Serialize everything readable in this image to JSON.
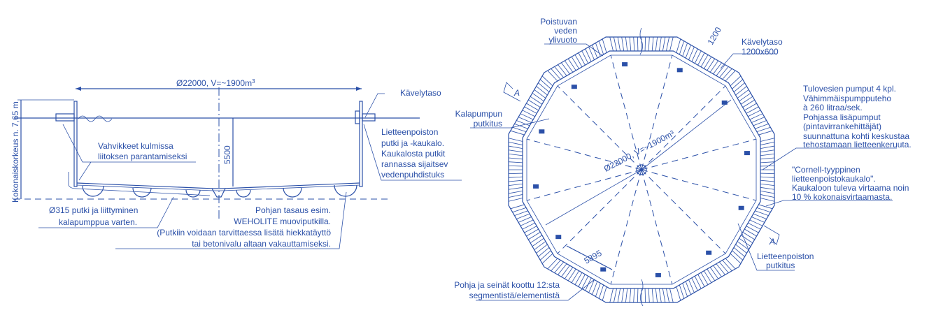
{
  "section": {
    "diameter_volume": "Ø22000, V=~1900m",
    "volume_sup": "3",
    "height_label": "Kokonaiskorkeus n. 7,65 m",
    "depth_dim": "5500",
    "walkway": "Kävelytaso",
    "sludge_lines": [
      "Lietteenpoiston",
      "putki ja -kaukalo.",
      "Kaukalosta putkit",
      "rannassa sijaitsev",
      "vedenpuhdistuks"
    ],
    "reinforce_lines": [
      "Vahvikkeet kulmissa",
      "liitoksen parantamiseksi"
    ],
    "pipe_lines": [
      "Ø315 putki ja liittyminen",
      "kalapumppua varten."
    ],
    "base_lines": [
      "Pohjan tasaus esim.",
      "WEHOLITE muoviputkilla.",
      "(Putkiin voidaan tarvittaessa lisätä hiekkatäyttö",
      "tai betonivalu altaan vakauttamiseksi."
    ]
  },
  "plan": {
    "overflow_lines": [
      "Poistuvan",
      "veden",
      "ylivuoto"
    ],
    "walkway_lines": [
      "Kävelytaso",
      "1200x600"
    ],
    "walkway_dim": "1200",
    "fishpump_lines": [
      "Kalapumpun",
      "putkitus"
    ],
    "section_mark": "A",
    "diameter_volume": "Ø22000, V=~1900m³",
    "pumps_lines": [
      "Tulovesien pumput 4 kpl.",
      "Vähimmäispumpputeho",
      "à 260 litraa/sek.",
      "Pohjassa lisäpumput",
      "(pintavirrankehittäjät)",
      "suunnattuna kohti keskustaa",
      "tehostamaan lietteenkeruuta."
    ],
    "cornell_lines": [
      "\"Cornell-tyyppinen",
      "lietteenpoistokaukalo\".",
      "Kaukaloon tuleva virtaama noin",
      "10 % kokonaisvirtaamasta."
    ],
    "segment_dim": "5895",
    "sludge_pipe_lines": [
      "Lietteenpoiston",
      "putkitus"
    ],
    "segments_lines": [
      "Pohja ja seinät koottu 12:sta",
      "segmentistä/elementistä"
    ]
  },
  "colors": {
    "ink": "#2b50a8"
  }
}
